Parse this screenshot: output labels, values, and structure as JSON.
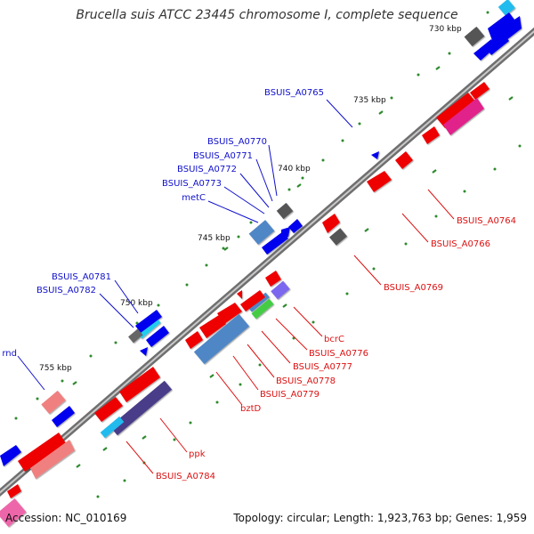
{
  "title": "Brucella suis ATCC 23445 chromosome I, complete sequence",
  "footer": {
    "accession": "Accession: NC_010169",
    "summary": "Topology: circular; Length: 1,923,763 bp; Genes: 1,959"
  },
  "colors": {
    "backbone": "#8a8a8a",
    "forward_gene": "#0000ee",
    "reverse_gene": "#ee0000",
    "forward_label": "#1010cc",
    "reverse_label": "#dd1111",
    "tick": "#2d8a2d"
  },
  "scale": [
    "730 kbp",
    "735 kbp",
    "740 kbp",
    "745 kbp",
    "750 kbp",
    "755 kbp"
  ],
  "labels_forward": [
    "BSUIS_A0765",
    "BSUIS_A0770",
    "BSUIS_A0771",
    "BSUIS_A0772",
    "BSUIS_A0773",
    "metC",
    "BSUIS_A0781",
    "BSUIS_A0782",
    "rnd"
  ],
  "labels_reverse": [
    "BSUIS_A0764",
    "BSUIS_A0766",
    "BSUIS_A0769",
    "bcrC",
    "BSUIS_A0776",
    "BSUIS_A0777",
    "BSUIS_A0778",
    "BSUIS_A0779",
    "bztD",
    "ppk",
    "BSUIS_A0784"
  ]
}
